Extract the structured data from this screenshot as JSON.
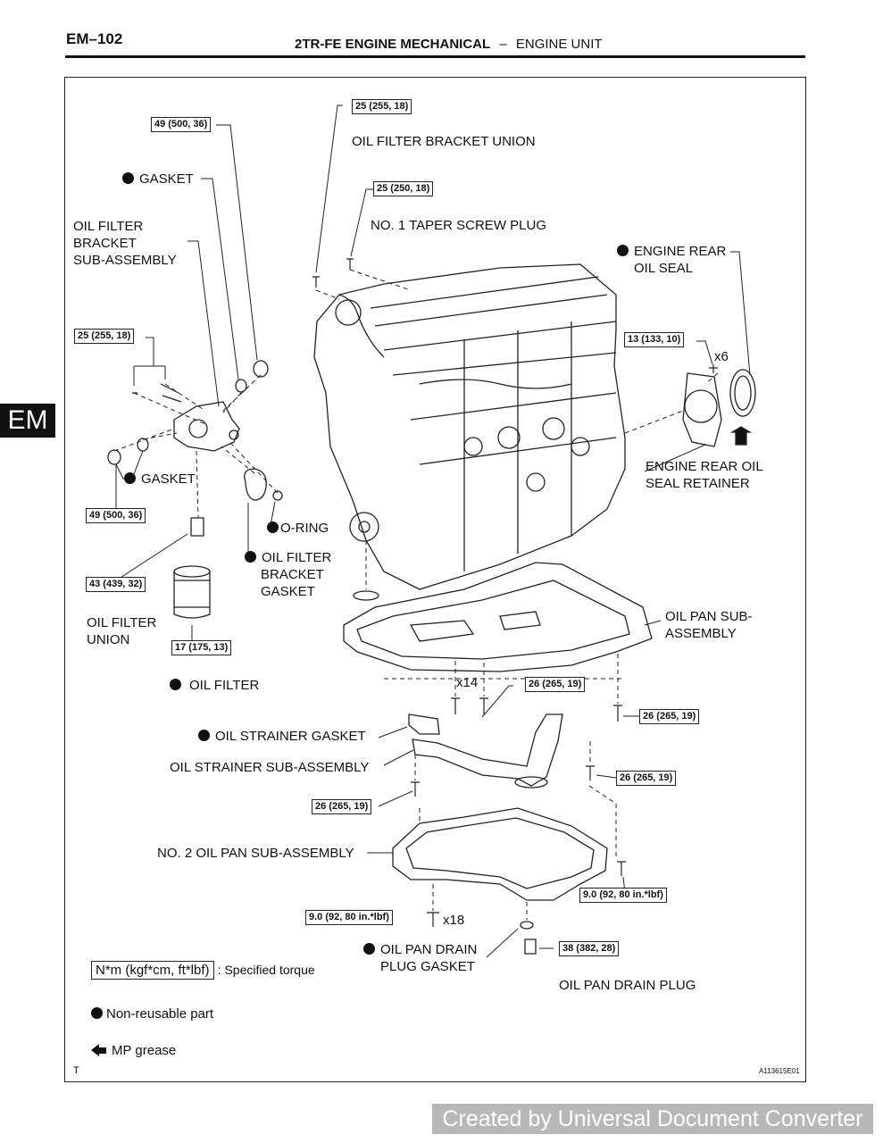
{
  "header": {
    "page_code": "EM–102",
    "section": "2TR-FE ENGINE MECHANICAL",
    "separator": "–",
    "subsection": "ENGINE UNIT"
  },
  "side_tab": "EM",
  "torques": {
    "t_49_top": "49 (500, 36)",
    "t_25_bracket_union": "25 (255, 18)",
    "t_25_taper_plug": "25 (250, 18)",
    "t_25_left": "25 (255, 18)",
    "t_13": "13 (133, 10)",
    "t_49_bottom": "49 (500, 36)",
    "t_43": "43 (439, 32)",
    "t_17": "17 (175, 13)",
    "t_26_a": "26 (265, 19)",
    "t_26_b": "26 (265, 19)",
    "t_26_c": "26 (265, 19)",
    "t_26_d": "26 (265, 19)",
    "t_9_right": "9.0 (92, 80 in.*lbf)",
    "t_9_left": "9.0 (92, 80 in.*lbf)",
    "t_38": "38 (382, 28)"
  },
  "labels": {
    "gasket_top": "GASKET",
    "oil_filter_bracket_union": "OIL FILTER BRACKET UNION",
    "oil_filter_bracket_sub_l1": "OIL FILTER",
    "oil_filter_bracket_sub_l2": "BRACKET",
    "oil_filter_bracket_sub_l3": "SUB-ASSEMBLY",
    "taper_screw_plug": "NO. 1 TAPER SCREW PLUG",
    "engine_rear_oil_seal_l1": "ENGINE REAR",
    "engine_rear_oil_seal_l2": "OIL SEAL",
    "x6": "x6",
    "gasket_mid": "GASKET",
    "retainer_l1": "ENGINE REAR OIL",
    "retainer_l2": "SEAL RETAINER",
    "o_ring": "O-RING",
    "bracket_gasket_l1": "OIL FILTER",
    "bracket_gasket_l2": "BRACKET",
    "bracket_gasket_l3": "GASKET",
    "oil_filter_union_l1": "OIL FILTER",
    "oil_filter_union_l2": "UNION",
    "oil_pan_sub_l1": "OIL PAN SUB-",
    "oil_pan_sub_l2": "ASSEMBLY",
    "x14": "x14",
    "oil_filter": "OIL FILTER",
    "oil_strainer_gasket": "OIL STRAINER GASKET",
    "oil_strainer_sub": "OIL STRAINER SUB-ASSEMBLY",
    "no2_oil_pan": "NO. 2 OIL PAN SUB-ASSEMBLY",
    "x18": "x18",
    "drain_plug_gasket_l1": "OIL PAN DRAIN",
    "drain_plug_gasket_l2": "PLUG GASKET",
    "drain_plug": "OIL PAN DRAIN PLUG"
  },
  "legend": {
    "torque_units": "N*m (kgf*cm, ft*lbf)",
    "torque_desc": ": Specified torque",
    "non_reusable": "Non-reusable part",
    "mp_grease": "MP grease"
  },
  "footer": {
    "corner": "T",
    "figure_id": "A113615E01"
  },
  "watermark": "Created by Universal Document Converter"
}
